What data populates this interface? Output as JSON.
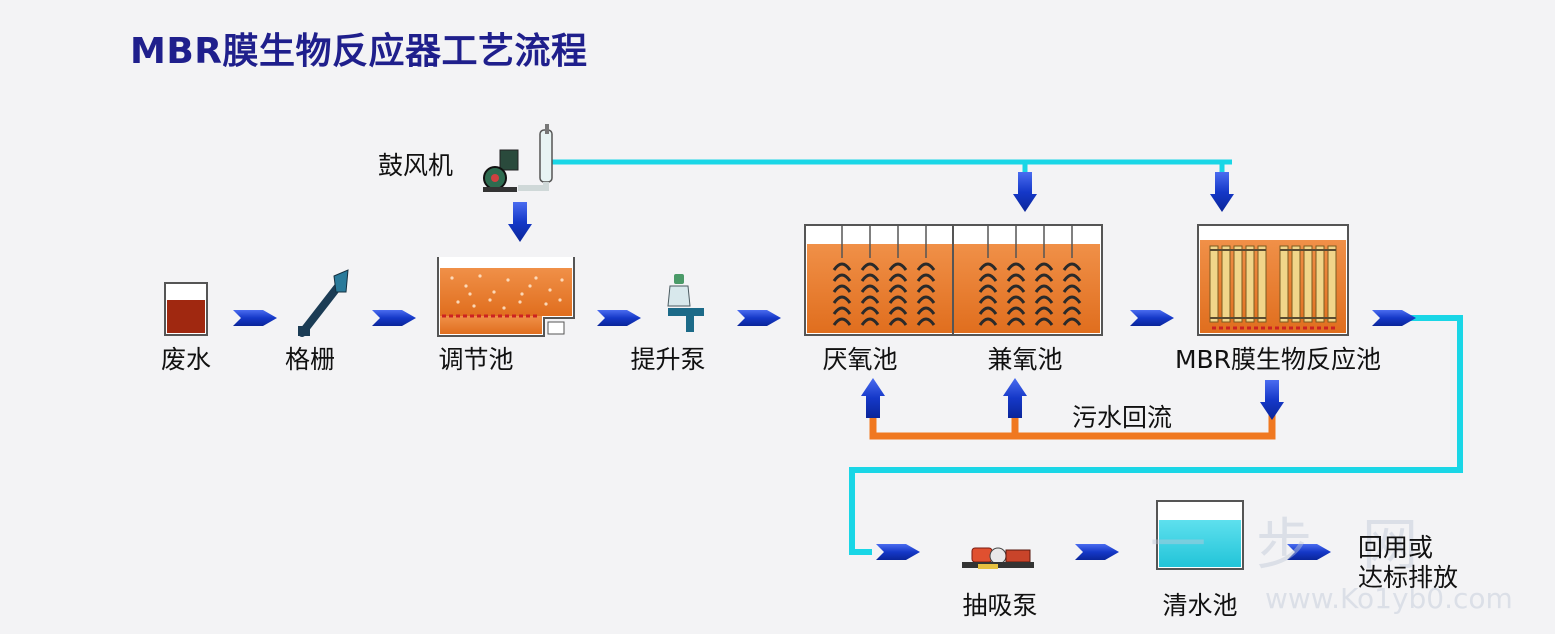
{
  "title": "MBR膜生物反应器工艺流程",
  "labels": {
    "blower": "鼓风机",
    "wastewater": "废水",
    "screen": "格栅",
    "equalization_tank": "调节池",
    "lift_pump": "提升泵",
    "anaerobic_tank": "厌氧池",
    "anoxic_tank": "兼氧池",
    "mbr_tank": "MBR膜生物反应池",
    "sludge_return": "污水回流",
    "suction_pump": "抽吸泵",
    "clear_water_tank": "清水池",
    "reuse_line1": "回用或",
    "reuse_line2": "达标排放"
  },
  "watermark": {
    "cn": "一步网",
    "url": "www.Ko1yb0.com"
  },
  "colors": {
    "title": "#1f1f8c",
    "flow_arrow": "#1538c8",
    "air_pipe": "#19d6e6",
    "return_pipe": "#f07820",
    "sludge": "#e8782a"
  }
}
